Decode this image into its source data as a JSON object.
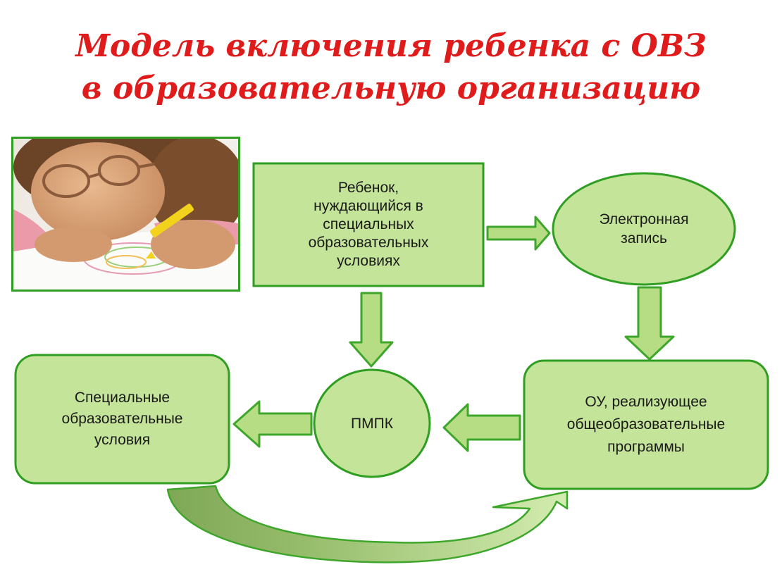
{
  "title": {
    "line1": "Модель включения ребенка с ОВЗ",
    "line2": "в образовательную организацию"
  },
  "nodes": {
    "child": [
      "Ребенок,",
      "нуждающийся в",
      "специальных",
      "образовательных",
      "условиях"
    ],
    "electronic": [
      "Электронная",
      "запись"
    ],
    "pmpk": [
      "ПМПК"
    ],
    "special": [
      "Специальные",
      "образовательные",
      "условия"
    ],
    "school": [
      "ОУ, реализующее",
      "общеобразовательные",
      "программы"
    ]
  },
  "photo": {
    "subject": "child-wearing-glasses-drawing-with-crayon"
  },
  "colors": {
    "title": "#e01b1b",
    "box_fill": "#c4e49a",
    "box_border": "#2f9e22",
    "arrow_fill": "#b6dd84",
    "curve_dark": "#7fa856",
    "curve_light": "#c9e8a3"
  }
}
